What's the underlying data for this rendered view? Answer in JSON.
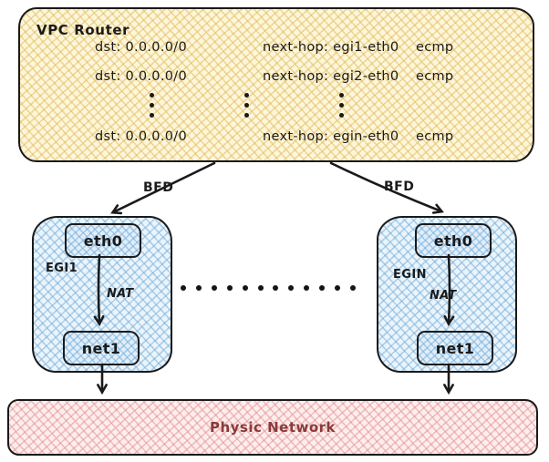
{
  "diagram": {
    "vpc_router": {
      "title": "VPC Router",
      "routes": [
        {
          "dst": "dst: 0.0.0.0/0",
          "next_hop": "next-hop: egi1-eth0",
          "mode": "ecmp"
        },
        {
          "dst": "dst: 0.0.0.0/0",
          "next_hop": "next-hop: egi2-eth0",
          "mode": "ecmp"
        },
        {
          "dst": "dst: 0.0.0.0/0",
          "next_hop": "next-hop: egin-eth0",
          "mode": "ecmp"
        }
      ],
      "ellipsis_vertical": "⋮"
    },
    "bfd_label": "BFD",
    "gateways": [
      {
        "name": "EGI1",
        "top_interface": "eth0",
        "nat_label": "NAT",
        "bottom_interface": "net1"
      },
      {
        "name": "EGIN",
        "top_interface": "eth0",
        "nat_label": "NAT",
        "bottom_interface": "net1"
      }
    ],
    "gateway_ellipsis_horizontal": "…",
    "physic_network": {
      "label": "Physic Network"
    },
    "colors": {
      "stroke": "#1a1a1a",
      "router_fill": "#fdf6dc",
      "router_hatch": "#e0b950",
      "gateway_fill": "#ebf4fb",
      "gateway_hatch": "#6eaad7",
      "network_fill": "#fdeeee",
      "network_hatch": "#e48c8c",
      "network_text": "#8a3a3a"
    }
  }
}
